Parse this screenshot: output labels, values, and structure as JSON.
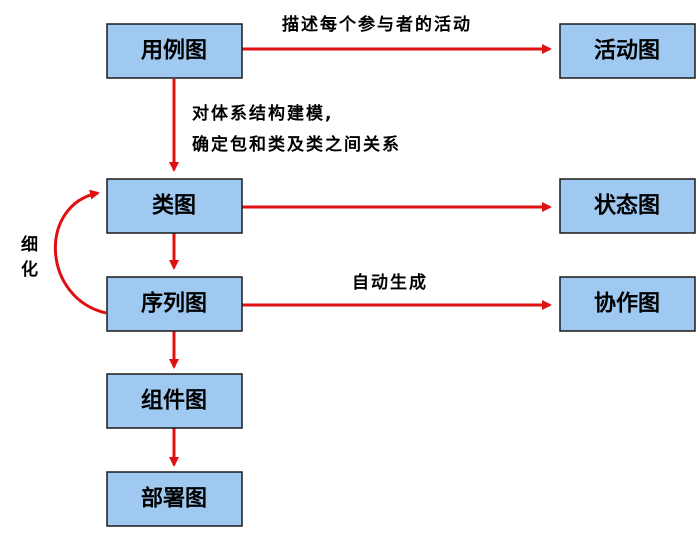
{
  "diagram": {
    "nodes": {
      "use_case": "用例图",
      "activity": "活动图",
      "class": "类图",
      "state": "状态图",
      "sequence": "序列图",
      "collaboration": "协作图",
      "component": "组件图",
      "deployment": "部署图"
    },
    "edge_labels": {
      "use_case_to_activity": "描述每个参与者的活动",
      "use_case_to_class_line1": "对体系结构建模,",
      "use_case_to_class_line2": "确定包和类及类之间关系",
      "sequence_to_collaboration": "自动生成",
      "refine_char1": "细",
      "refine_char2": "化"
    },
    "colors": {
      "box_fill": "#9fc9f1",
      "box_border": "#1a1a1a",
      "arrow": "#e01010"
    }
  }
}
